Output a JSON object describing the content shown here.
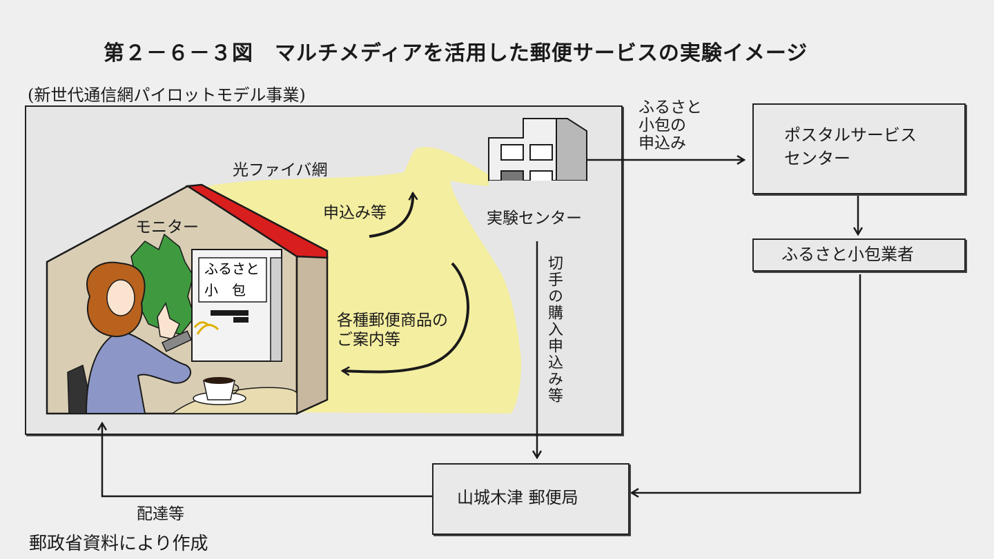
{
  "title": "第２－６－３図　マルチメディアを活用した郵便サービスの実験イメージ",
  "subtitle": "(新世代通信網パイロットモデル事業)",
  "source": "郵政省資料により作成",
  "labels": {
    "fiber_network": "光ファイバ網",
    "monitor": "モニター",
    "request": "申込み等",
    "guide": [
      "各種郵便商品の",
      "ご案内等"
    ],
    "experiment_center": "実験センター",
    "furusato_request": [
      "ふるさと",
      "小包の",
      "申込み"
    ],
    "stamp_request": "切手の購入申込み等",
    "delivery": "配達等",
    "screen_text": [
      "ふるさと",
      "小　包"
    ]
  },
  "boxes": {
    "postal_center": [
      "ポスタルサービス",
      "センター"
    ],
    "vendor": "ふるさと小包業者",
    "post_office": "山城木津 郵便局"
  },
  "colors": {
    "glow": "#f4eea0",
    "roof": "#d91e1e",
    "wall": "#cdbfa8",
    "plant": "#3f9a3f",
    "hair": "#b8621e",
    "shirt": "#8c97c7"
  }
}
